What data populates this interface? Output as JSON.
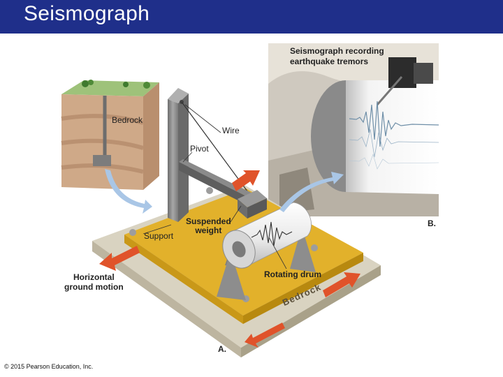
{
  "title": "Seismograph",
  "labels": {
    "recording": "Seismograph recording\nearthquake tremors",
    "bedrock_inset": "Bedrock",
    "wire": "Wire",
    "pivot": "Pivot",
    "suspended_weight": "Suspended\nweight",
    "support": "Support",
    "rotating_drum": "Rotating drum",
    "horizontal_motion": "Horizontal\nground motion",
    "bedrock_base": "Bedrock",
    "part_a": "A.",
    "part_b": "B."
  },
  "copyright": "© 2015 Pearson Education, Inc.",
  "colors": {
    "title_bar": "#1f2f8a",
    "base_plate": "#e2b12b",
    "arrow_red": "#e0532a",
    "arrow_blue": "#a9c6e6",
    "pillar": "#8c8c8c"
  }
}
